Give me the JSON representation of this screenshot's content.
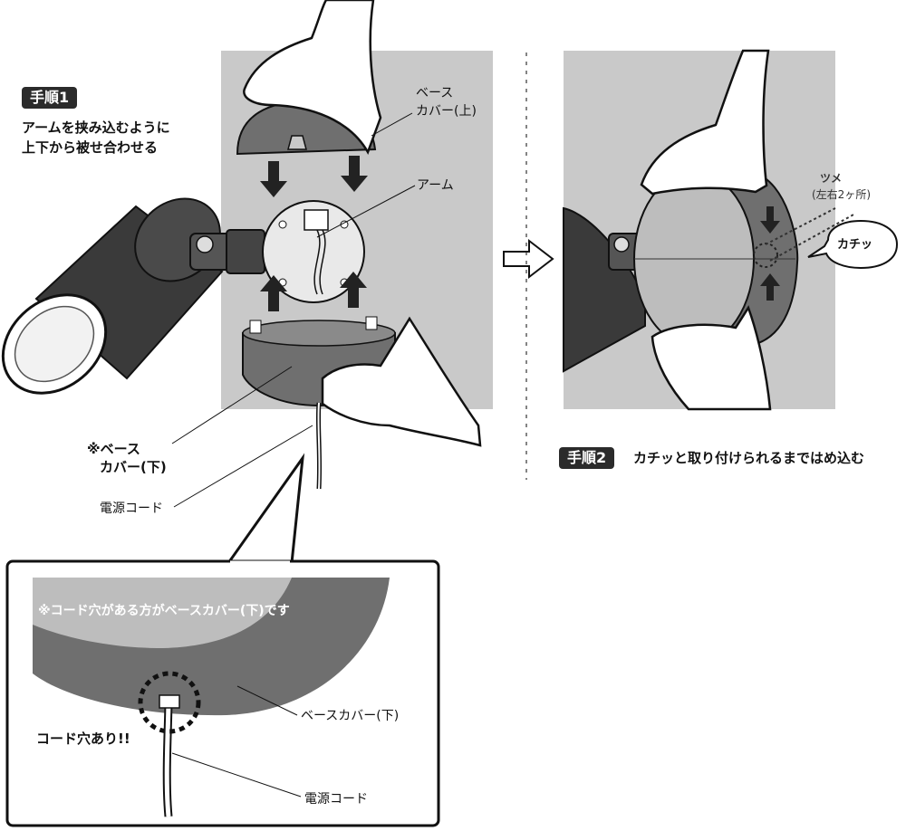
{
  "step1": {
    "badge": "手順1",
    "instruction_line1": "アームを挟み込むように",
    "instruction_line2": "上下から被せ合わせる",
    "label_upper_cover_line1": "ベース",
    "label_upper_cover_line2": "カバー(上)",
    "label_arm": "アーム",
    "label_lower_cover_line1": "※ベース",
    "label_lower_cover_line2": "カバー(下)",
    "label_power_cord": "電源コード"
  },
  "step2": {
    "badge": "手順2",
    "instruction": "カチッと取り付けられるまではめ込む",
    "label_tab": "ツメ",
    "label_tab_note": "(左右2ヶ所)",
    "label_click": "カチッ"
  },
  "detail": {
    "note": "※コード穴がある方がベースカバー(下)です",
    "label_lower_cover": "ベースカバー(下)",
    "label_cord_hole": "コード穴あり!!",
    "label_power_cord": "電源コード"
  },
  "colors": {
    "wall": "#c9c9c9",
    "cover": "#6f6f6f",
    "dark": "#2b2b2b",
    "light_panel": "#bdbdbd"
  }
}
